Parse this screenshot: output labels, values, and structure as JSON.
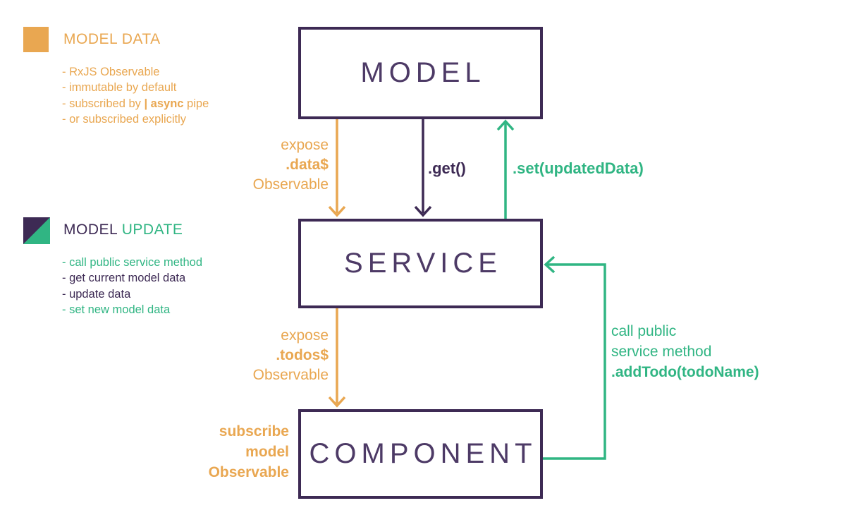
{
  "palette": {
    "orange": "#E9A751",
    "green": "#30B583",
    "purple": "#3D2A54"
  },
  "legend_model_data": {
    "title": "MODEL DATA",
    "items": [
      "- RxJS Observable",
      "- immutable by default",
      {
        "pre": "- subscribed by ",
        "bold": "| async",
        "post": " pipe"
      },
      "- or subscribed explicitly"
    ]
  },
  "legend_model_update": {
    "title_model": "MODEL",
    "title_update": " UPDATE",
    "items": [
      "- call public service method",
      "- get current model data",
      "- update data",
      "- set new model data"
    ]
  },
  "boxes": {
    "model": "MODEL",
    "service": "SERVICE",
    "component": "COMPONENT"
  },
  "labels": {
    "expose_data": {
      "line1": "expose",
      "line2": ".data$",
      "line3": "Observable"
    },
    "get": ".get()",
    "set": ".set(updatedData)",
    "expose_todos": {
      "line1": "expose",
      "line2": ".todos$",
      "line3": "Observable"
    },
    "subscribe": {
      "line1": "subscribe",
      "line2": "model",
      "line3": "Observable"
    },
    "add_todo": {
      "line1": "call public",
      "line2": "service method",
      "line3": ".addTodo(todoName)"
    }
  }
}
